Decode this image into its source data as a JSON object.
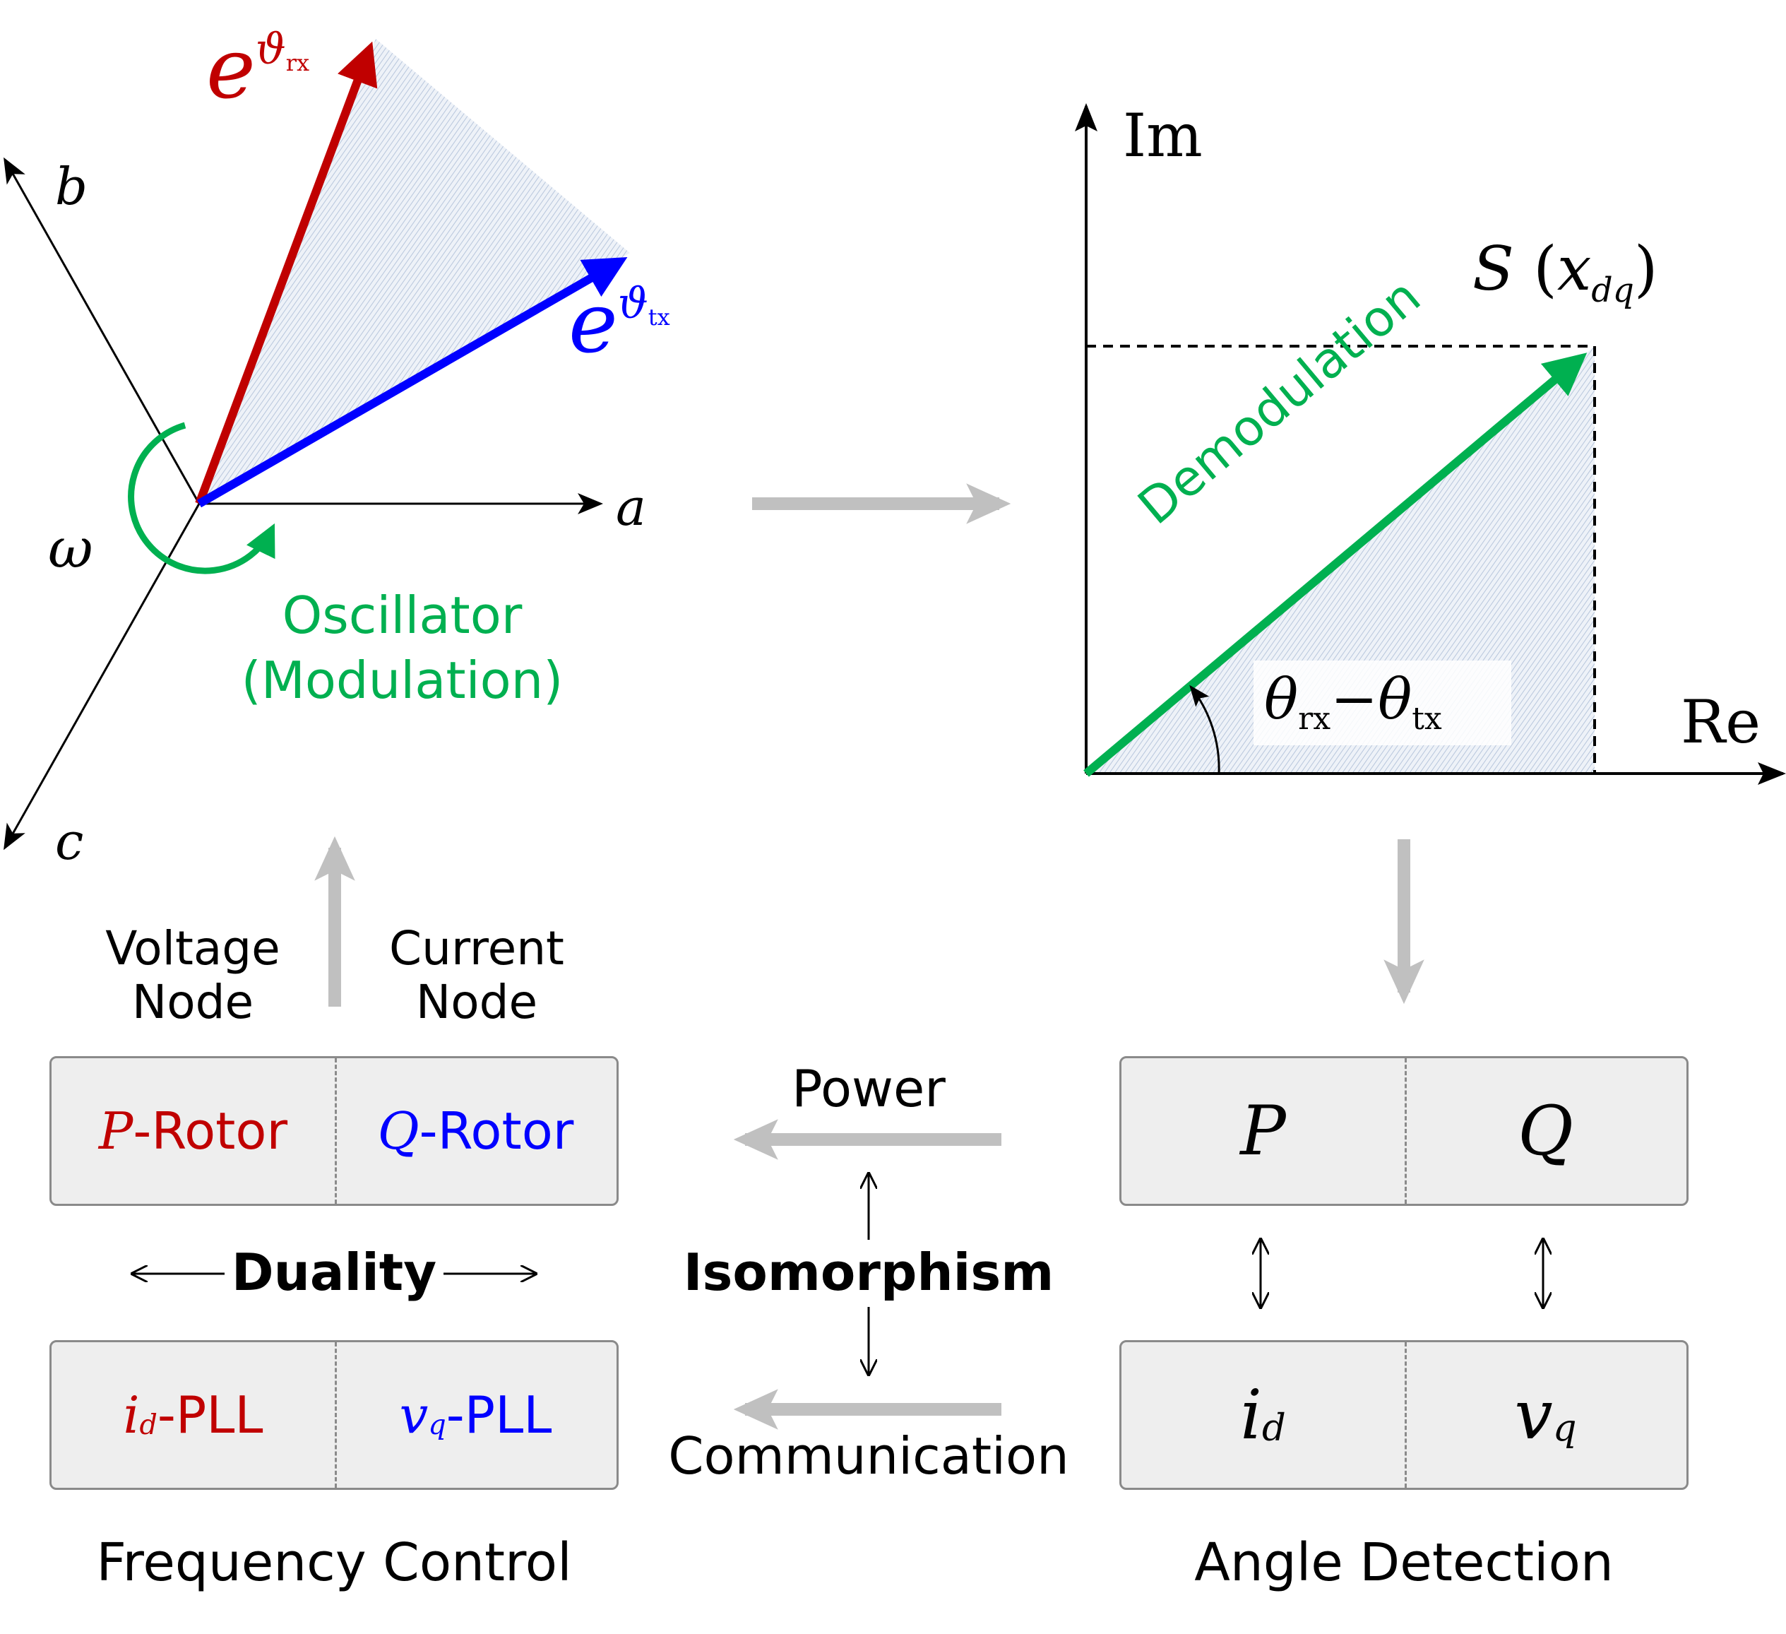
{
  "phasor": {
    "axis_a": "a",
    "axis_b": "b",
    "axis_c": "c",
    "omega": "ω",
    "e_rx_base": "e",
    "e_rx_exp": "ϑ",
    "e_rx_sub": "rx",
    "e_tx_base": "e",
    "e_tx_exp": "ϑ",
    "e_tx_sub": "tx",
    "oscillator_line1": "Oscillator",
    "oscillator_line2": "(Modulation)",
    "colors": {
      "rx": "#c00000",
      "tx": "#0000ff",
      "green": "#00b050",
      "grey": "#c0c0c0"
    }
  },
  "complex_plane": {
    "im_label": "Im",
    "re_label": "Re",
    "s_label": "S",
    "s_arg_base": "x",
    "s_arg_sub": "dq",
    "demod_label": "Demodulation",
    "theta_rx": "θ",
    "theta_rx_sub": "rx",
    "minus": "−",
    "theta_tx": "θ",
    "theta_tx_sub": "tx"
  },
  "left_block": {
    "voltage_node": [
      "Voltage",
      "Node"
    ],
    "current_node": [
      "Current",
      "Node"
    ],
    "p_rotor_sym": "P",
    "p_rotor_text": "-Rotor",
    "q_rotor_sym": "Q",
    "q_rotor_text": "-Rotor",
    "duality": "Duality",
    "id_sym": "i",
    "id_sub": "d",
    "id_text": "-PLL",
    "vq_sym": "v",
    "vq_sub": "q",
    "vq_text": "-PLL",
    "caption": "Frequency Control"
  },
  "middle": {
    "power": "Power",
    "isomorphism": "Isomorphism",
    "communication": "Communication"
  },
  "right_block": {
    "p": "P",
    "q": "Q",
    "id_sym": "i",
    "id_sub": "d",
    "vq_sym": "v",
    "vq_sub": "q",
    "caption": "Angle Detection"
  }
}
